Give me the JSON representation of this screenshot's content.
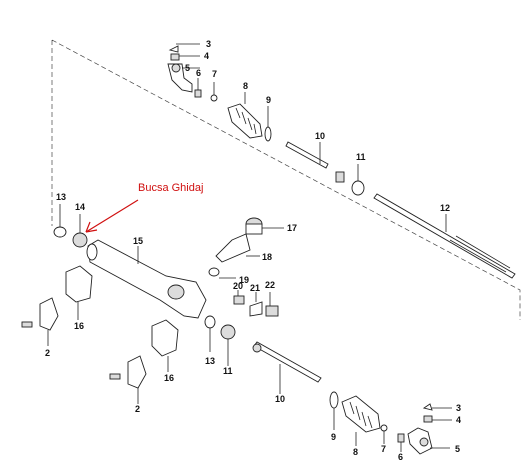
{
  "annotation": {
    "text": "Bucsa Ghidaj",
    "color": "#d01010"
  },
  "callouts": [
    {
      "id": "c3a",
      "number": "3"
    },
    {
      "id": "c4a",
      "number": "4"
    },
    {
      "id": "c5a",
      "number": "5"
    },
    {
      "id": "c6a",
      "number": "6"
    },
    {
      "id": "c7a",
      "number": "7"
    },
    {
      "id": "c8a",
      "number": "8"
    },
    {
      "id": "c9a",
      "number": "9"
    },
    {
      "id": "c10a",
      "number": "10"
    },
    {
      "id": "c11a",
      "number": "11"
    },
    {
      "id": "c12",
      "number": "12"
    },
    {
      "id": "c13a",
      "number": "13"
    },
    {
      "id": "c14",
      "number": "14"
    },
    {
      "id": "c15",
      "number": "15"
    },
    {
      "id": "c16a",
      "number": "16"
    },
    {
      "id": "c2a",
      "number": "2"
    },
    {
      "id": "c17",
      "number": "17"
    },
    {
      "id": "c18",
      "number": "18"
    },
    {
      "id": "c19",
      "number": "19"
    },
    {
      "id": "c20",
      "number": "20"
    },
    {
      "id": "c21",
      "number": "21"
    },
    {
      "id": "c22",
      "number": "22"
    },
    {
      "id": "c16b",
      "number": "16"
    },
    {
      "id": "c2b",
      "number": "2"
    },
    {
      "id": "c13b",
      "number": "13"
    },
    {
      "id": "c11b",
      "number": "11"
    },
    {
      "id": "c10b",
      "number": "10"
    },
    {
      "id": "c9b",
      "number": "9"
    },
    {
      "id": "c8b",
      "number": "8"
    },
    {
      "id": "c7b",
      "number": "7"
    },
    {
      "id": "c6b",
      "number": "6"
    },
    {
      "id": "c3b",
      "number": "3"
    },
    {
      "id": "c4b",
      "number": "4"
    },
    {
      "id": "c5b",
      "number": "5"
    }
  ]
}
